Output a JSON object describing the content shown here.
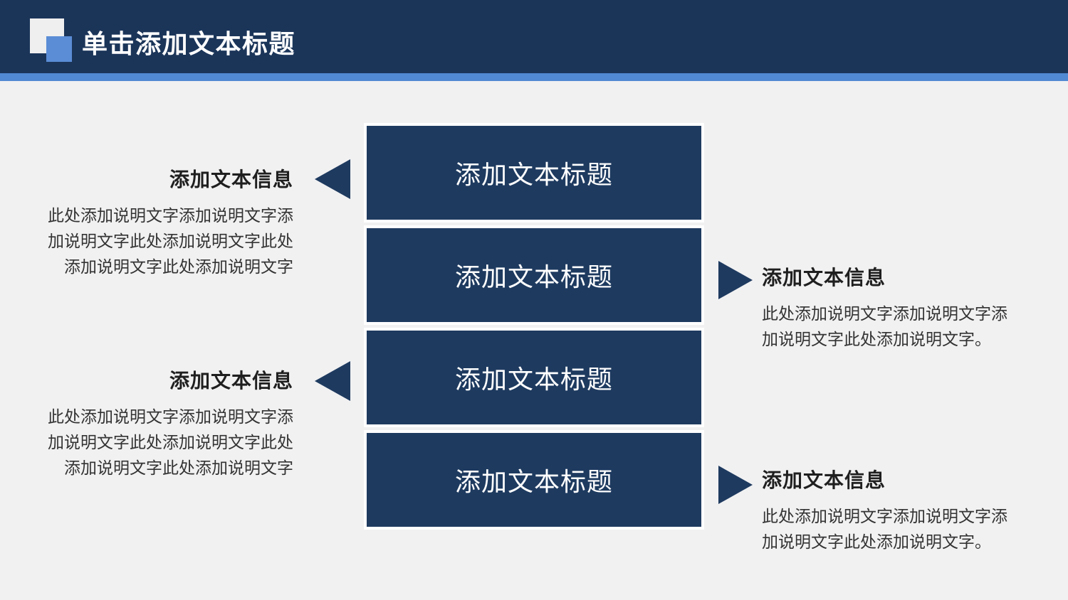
{
  "slide": {
    "header": {
      "title": "单击添加文本标题"
    },
    "stack_boxes": [
      {
        "title": "添加文本标题"
      },
      {
        "title": "添加文本标题"
      },
      {
        "title": "添加文本标题"
      },
      {
        "title": "添加文本标题"
      }
    ],
    "left_info_blocks": [
      {
        "heading": "添加文本信息",
        "body_lines": [
          "此处添加说明文字添加说明文字添",
          "加说明文字此处添加说明文字此处",
          "添加说明文字此处添加说明文字"
        ]
      },
      {
        "heading": "添加文本信息",
        "body_lines": [
          "此处添加说明文字添加说明文字添",
          "加说明文字此处添加说明文字此处",
          "添加说明文字此处添加说明文字"
        ]
      }
    ],
    "right_info_blocks": [
      {
        "heading": "添加文本信息",
        "body_lines": [
          "此处添加说明文字添加说明文字添",
          "加说明文字此处添加说明文字。"
        ]
      },
      {
        "heading": "添加文本信息",
        "body_lines": [
          "此处添加说明文字添加说明文字添",
          "加说明文字此处添加说明文字。"
        ]
      }
    ],
    "colors": {
      "header_bar": "#1b3559",
      "accent_strip": "#5189d2",
      "box_fill": "#1e3a5f",
      "box_border": "#ffffff",
      "arrow": "#1e3a5f",
      "logo_white_square": "#efefef",
      "logo_blue_square": "#5b8dd6",
      "background": "#f1f1f2",
      "heading_text": "#1f1f1f",
      "body_text": "#333333",
      "title_text": "#ffffff"
    }
  }
}
